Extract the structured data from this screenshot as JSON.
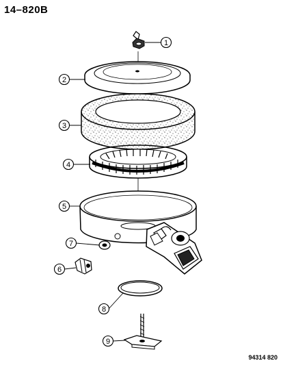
{
  "header": {
    "page_code": "14–820B"
  },
  "footer": {
    "drawing_code": "94314 820"
  },
  "callouts": [
    {
      "id": "wing-nut",
      "number": "1"
    },
    {
      "id": "cover",
      "number": "2"
    },
    {
      "id": "filter-element",
      "number": "3"
    },
    {
      "id": "filter-screen",
      "number": "4"
    },
    {
      "id": "housing",
      "number": "5"
    },
    {
      "id": "grommet",
      "number": "7"
    },
    {
      "id": "fitting",
      "number": "6"
    },
    {
      "id": "gasket",
      "number": "8"
    },
    {
      "id": "stud-bracket",
      "number": "9"
    }
  ],
  "colors": {
    "ink": "#000000",
    "paper": "#ffffff",
    "stipple": "#555555"
  }
}
